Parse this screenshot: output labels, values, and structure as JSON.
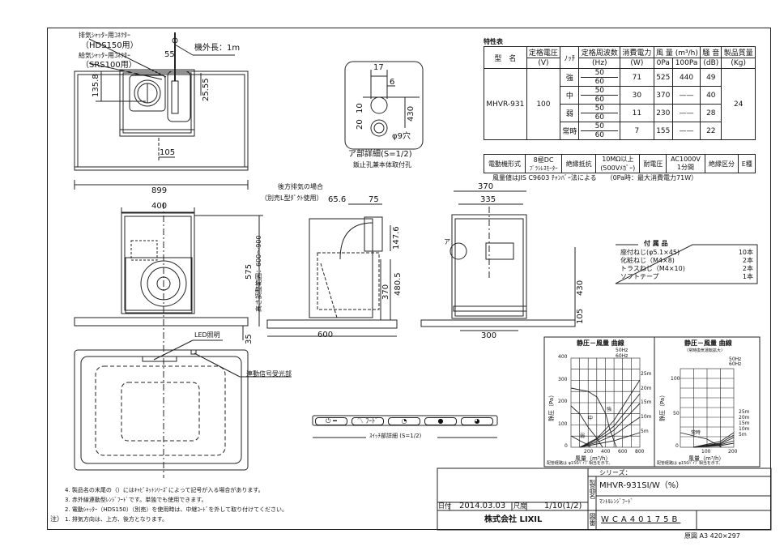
{
  "drawing": {
    "top_view": {
      "labels": {
        "exhaust_connector": "排気ｼｬｯﾀｰ用ｺﾈｸﾀｰ",
        "exhaust_connector_model": "（HDS150用）",
        "supply_connector": "給気ｼｬｯﾀｰ用ｺﾈｸﾀｰ",
        "supply_connector_model": "（SRS100用）",
        "cord_length": "機外長：1m"
      },
      "dims": {
        "d55": "55",
        "d135_8": "135.8",
        "d25_55": "25.55",
        "d105": "105",
        "width": "899"
      }
    },
    "detail_a": {
      "dims": {
        "d17": "17",
        "d6": "6",
        "d10": "10",
        "d20": "20",
        "d430": "430",
        "hole": "φ9穴"
      },
      "title": "ア部詳細(S=1/2)",
      "caption": "飯止孔兼本体取付孔"
    },
    "front_view": {
      "dims": {
        "d400": "400",
        "d575": "575",
        "height_range": "高さ調整範囲：600～900",
        "d35": "35"
      }
    },
    "side_view": {
      "labels": {
        "rear_exhaust": "後方排気の場合",
        "rear_exhaust_note": "（別売L型ﾀﾞｸﾄ使用）"
      },
      "dims": {
        "d65_6": "65.6",
        "d75": "75",
        "d147_6": "147.6",
        "d370": "370",
        "d480_5": "480.5",
        "d600": "600"
      }
    },
    "rear_view": {
      "dims": {
        "d370": "370",
        "d335": "335",
        "d430": "430",
        "d105": "105",
        "d300": "300"
      },
      "marker": "ア"
    },
    "bottom_view": {
      "labels": {
        "led": "LED照明",
        "sensor": "連動信号受光部"
      }
    },
    "control_panel": {
      "buttons": [
        "⏻ ━",
        "〽 ﾌｰﾄﾞ",
        "◔",
        "●",
        "◕"
      ],
      "caption": "ｽｲｯﾁ部詳細 (S=1/2)"
    }
  },
  "spec_table": {
    "title": "特性表",
    "headers": {
      "model": "型　名",
      "voltage": "定格電圧",
      "voltage_unit": "(V)",
      "notch": "ﾉｯﾁ",
      "freq": "定格周波数",
      "freq_unit": "(Hz)",
      "power": "消費電力",
      "power_unit": "(W)",
      "airflow": "風 量 (m³/h)",
      "airflow_0": "0Pa",
      "airflow_100": "100Pa",
      "noise": "騒 音",
      "noise_unit": "(dB)",
      "weight": "製品質量",
      "weight_unit": "(Kg)"
    },
    "model": "MHVR-931",
    "voltage": "100",
    "weight": "24",
    "rows": [
      {
        "notch": "強",
        "f1": "50",
        "f2": "60",
        "power": "71",
        "q0": "525",
        "q100": "440",
        "noise": "49"
      },
      {
        "notch": "中",
        "f1": "50",
        "f2": "60",
        "power": "30",
        "q0": "370",
        "q100": "——",
        "noise": "40"
      },
      {
        "notch": "弱",
        "f1": "50",
        "f2": "60",
        "power": "11",
        "q0": "230",
        "q100": "——",
        "noise": "28"
      },
      {
        "notch": "常時",
        "f1": "50",
        "f2": "60",
        "power": "7",
        "q0": "155",
        "q100": "——",
        "noise": "22"
      }
    ],
    "footer": {
      "motor_label": "電動機形式",
      "motor_value_1": "8極DC",
      "motor_value_2": "ﾌﾞﾗｼﾚｽﾓｰﾀｰ",
      "insulation_label": "絶縁抵抗",
      "insulation_value_1": "10MΩ以上",
      "insulation_value_2": "(500Vﾒｶﾞｰ)",
      "withstand_label": "耐電圧",
      "withstand_value_1": "AC1000V",
      "withstand_value_2": "1分間",
      "class_label": "絶縁区分",
      "class_value": "E種"
    },
    "note": "風量値はJIS C9603 ﾁｬﾝﾊﾞｰ法による　　（0Pa時：最大消費電力71W）"
  },
  "accessories": {
    "title": "付 属 品",
    "items": [
      {
        "name": "座付ねじ(φ5.1×45)",
        "qty": "10本"
      },
      {
        "name": "化粧ねじ（M4×8)",
        "qty": "2本"
      },
      {
        "name": "トラスねじ（M4×10)",
        "qty": "2本"
      },
      {
        "name": "ソフトテープ",
        "qty": "1本"
      }
    ]
  },
  "chart_data": [
    {
      "type": "line",
      "title": "静圧－風量 曲線",
      "legend": [
        "50Hz",
        "60Hz"
      ],
      "xlabel": "風量（m³/h）",
      "ylabel": "静圧（Pa）",
      "xlim": [
        0,
        800
      ],
      "ylim": [
        0,
        400
      ],
      "xticks": [
        "200",
        "400",
        "600",
        "800"
      ],
      "yticks": [
        "0",
        "100",
        "200",
        "300",
        "400"
      ],
      "grid": true,
      "series": [
        {
          "name": "強",
          "x": [
            0,
            200,
            300,
            400,
            450,
            525
          ],
          "y": [
            265,
            250,
            225,
            150,
            80,
            0
          ]
        },
        {
          "name": "中",
          "x": [
            0,
            100,
            200,
            300,
            370
          ],
          "y": [
            185,
            150,
            90,
            40,
            0
          ]
        },
        {
          "name": "弱",
          "x": [
            0,
            100,
            200,
            230
          ],
          "y": [
            50,
            30,
            10,
            0
          ]
        },
        {
          "name": "25m",
          "x": [
            100,
            300,
            500,
            800
          ],
          "y": [
            0,
            40,
            120,
            300
          ]
        },
        {
          "name": "20m",
          "x": [
            100,
            300,
            500,
            800
          ],
          "y": [
            0,
            35,
            95,
            240
          ]
        },
        {
          "name": "15m",
          "x": [
            100,
            300,
            500,
            800
          ],
          "y": [
            0,
            28,
            75,
            195
          ]
        },
        {
          "name": "10m",
          "x": [
            100,
            300,
            500,
            800
          ],
          "y": [
            0,
            22,
            55,
            135
          ]
        },
        {
          "name": "5m",
          "x": [
            100,
            300,
            500,
            800
          ],
          "y": [
            0,
            14,
            30,
            65
          ]
        }
      ],
      "annotations": [
        "強",
        "中",
        "弱",
        "25m",
        "20m",
        "15m",
        "10m",
        "5m"
      ],
      "footnote": "配管経路は φ150ﾊﾟｲﾌﾟ相当を示す。"
    },
    {
      "type": "line",
      "title": "静圧－風量 曲線",
      "subtitle": "（常時換気運転拡大）",
      "legend": [
        "50Hz",
        "60Hz"
      ],
      "xlabel": "風量（m³/h）",
      "ylabel": "静圧（Pa）",
      "xlim": [
        0,
        200
      ],
      "ylim": [
        0,
        120
      ],
      "xticks": [
        "100",
        "200"
      ],
      "yticks": [
        "0",
        "50",
        "100"
      ],
      "grid": true,
      "series": [
        {
          "name": "常時",
          "x": [
            0,
            100,
            155
          ],
          "y": [
            22,
            12,
            0
          ]
        },
        {
          "name": "25m",
          "x": [
            50,
            150,
            200
          ],
          "y": [
            0,
            8,
            22
          ]
        },
        {
          "name": "20m",
          "x": [
            50,
            150,
            200
          ],
          "y": [
            0,
            6,
            18
          ]
        },
        {
          "name": "15m",
          "x": [
            50,
            150,
            200
          ],
          "y": [
            0,
            5,
            14
          ]
        },
        {
          "name": "10m",
          "x": [
            50,
            150,
            200
          ],
          "y": [
            0,
            4,
            10
          ]
        },
        {
          "name": "5m",
          "x": [
            50,
            150,
            200
          ],
          "y": [
            0,
            2,
            6
          ]
        }
      ],
      "annotations": [
        "常時",
        "25m",
        "20m",
        "15m",
        "10m",
        "5m"
      ],
      "footnote": "配管経路は φ150ﾊﾟｲﾌﾟ相当を示す。"
    }
  ],
  "notes": {
    "prefix": "注）",
    "items": [
      "1. 排気方向は、上方、後方となります。",
      "2. 電動ｼｬｯﾀｰ（HDS150）（別売）を使用時は、中継ｺｰﾄﾞを外して取り付けてください。",
      "3. 赤外線連動型ﾚﾝｼﾞﾌｰﾄﾞです。単独でも使用できます。",
      "4. 製品名の末尾の（）にはｷｬﾋﾞﾈｯﾄｼﾘｰｽﾞによって記号が入る場合があります。"
    ]
  },
  "title_block": {
    "series_label": "シリーズ：",
    "product_label": "製品名",
    "product_name": "MHVR-931SI/W（%）",
    "product_desc": "ﾏﾝﾄﾙﾚﾝｼﾞﾌｰﾄﾞ",
    "date_label": "日付",
    "date": "2014.03.03",
    "scale_label": "尺度",
    "scale": "1/10(1/2)",
    "company": "株式会社 LIXIL",
    "drawing_no_label": "図番",
    "drawing_no": "WCA40175B",
    "paper": "原図 A3 420×297"
  }
}
